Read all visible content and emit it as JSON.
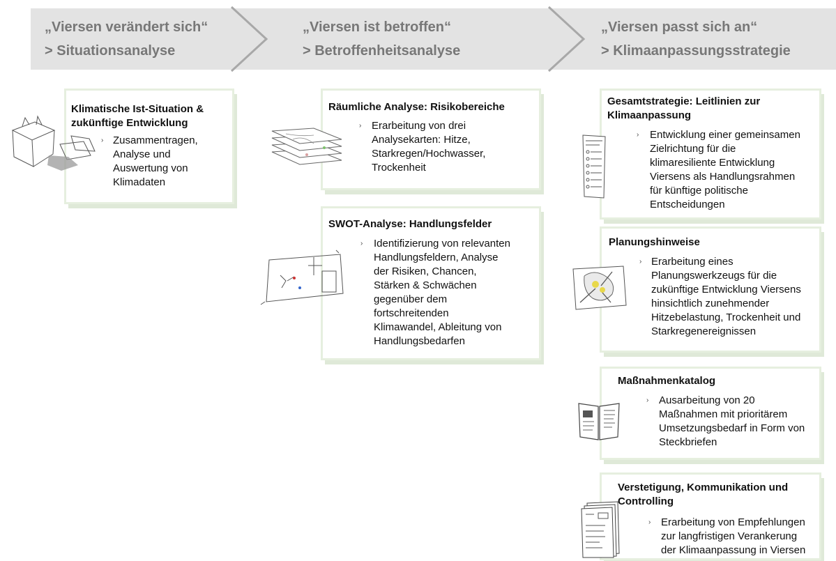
{
  "phases": [
    {
      "quote": "„Viersen verändert sich“",
      "sub": "> Situationsanalyse"
    },
    {
      "quote": "„Viersen ist betroffen“",
      "sub": "> Betroffenheitsanalyse"
    },
    {
      "quote": "„Viersen passt sich an“",
      "sub": "> Klimaanpassungsstrategie"
    }
  ],
  "bullet_glyph": "›",
  "cards": {
    "ist": {
      "title": [
        "Klimatische Ist-Situation &",
        "zukünftige Entwicklung"
      ],
      "text": [
        "Zusammentragen,",
        "Analyse und",
        "Auswertung von",
        "Klimadaten"
      ]
    },
    "raum": {
      "title": [
        "Räumliche Analyse: Risikobereiche"
      ],
      "text": [
        "Erarbeitung von drei",
        "Analysekarten: Hitze,",
        "Starkregen/Hochwasser,",
        "Trockenheit"
      ]
    },
    "swot": {
      "title": [
        "SWOT-Analyse: Handlungsfelder"
      ],
      "text": [
        "Identifizierung von relevanten",
        "Handlungsfeldern, Analyse",
        "der Risiken, Chancen,",
        "Stärken & Schwächen",
        "gegenüber dem",
        "fortschreitenden",
        "Klimawandel, Ableitung von",
        "Handlungsbedarfen"
      ]
    },
    "gesamt": {
      "title": [
        "Gesamtstrategie: Leitlinien zur",
        "Klimaanpassung"
      ],
      "text": [
        "Entwicklung einer gemeinsamen",
        "Zielrichtung für die",
        "klimaresiliente Entwicklung",
        "Viersens als Handlungsrahmen",
        "für künftige politische",
        "Entscheidungen"
      ]
    },
    "planung": {
      "title": [
        "Planungshinweise"
      ],
      "text": [
        "Erarbeitung eines",
        "Planungswerkzeugs für die",
        "zukünftige Entwicklung Viersens",
        "hinsichtlich zunehmender",
        "Hitzebelastung, Trockenheit und",
        "Starkregenereignissen"
      ]
    },
    "massnahmen": {
      "title": [
        "Maßnahmenkatalog"
      ],
      "text": [
        "Ausarbeitung von 20",
        "Maßnahmen mit prioritärem",
        "Umsetzungsbedarf in Form von",
        "Steckbriefen"
      ]
    },
    "versteti": {
      "title": [
        "Verstetigung, Kommunikation und",
        "Controlling"
      ],
      "text": [
        "Erarbeitung von Empfehlungen",
        "zur langfristigen Verankerung",
        "der Klimaanpassung in Viersen"
      ]
    }
  }
}
